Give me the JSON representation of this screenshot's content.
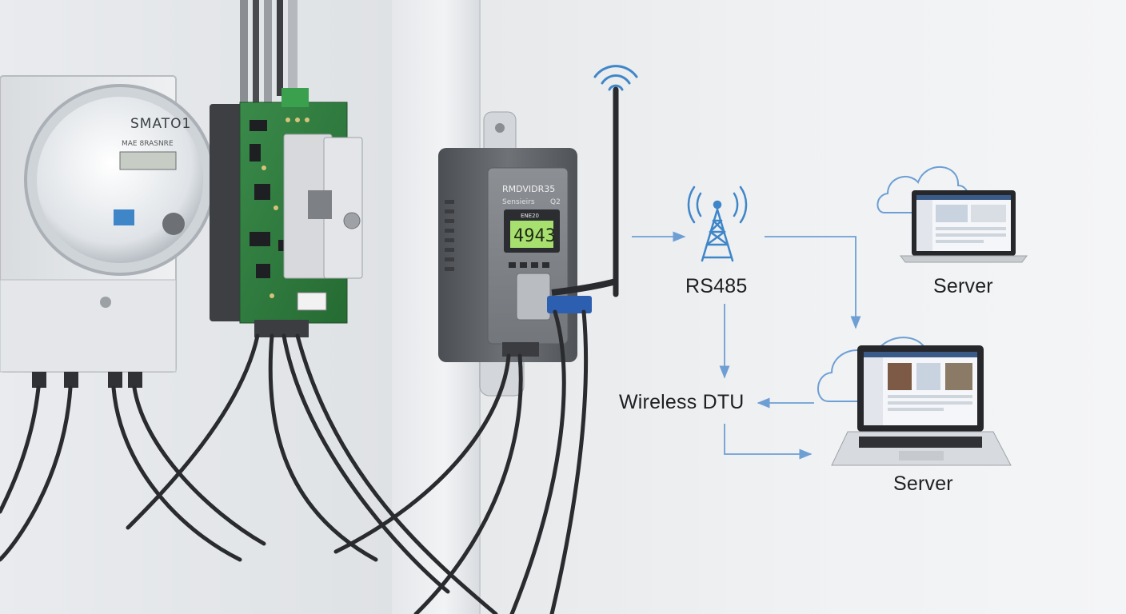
{
  "meter": {
    "brand": "SMATO1",
    "subtitle": "MAE 8RASNRE"
  },
  "dtu": {
    "brand": "RMDVIDR35",
    "model": "Sensieirs",
    "model_tag": "Q2",
    "display_header": "ENE20",
    "display_value": "4943"
  },
  "labels": {
    "rs485": "RS485",
    "wireless_dtu": "Wireless DTU",
    "server_top": "Server",
    "server_bottom": "Server"
  },
  "colors": {
    "accent_blue": "#3f86c9",
    "arrow_blue": "#6e9fd4",
    "lcd_green": "#a8e070",
    "cable": "#2a2b2e",
    "pcb_green": "#2f7a3e"
  }
}
